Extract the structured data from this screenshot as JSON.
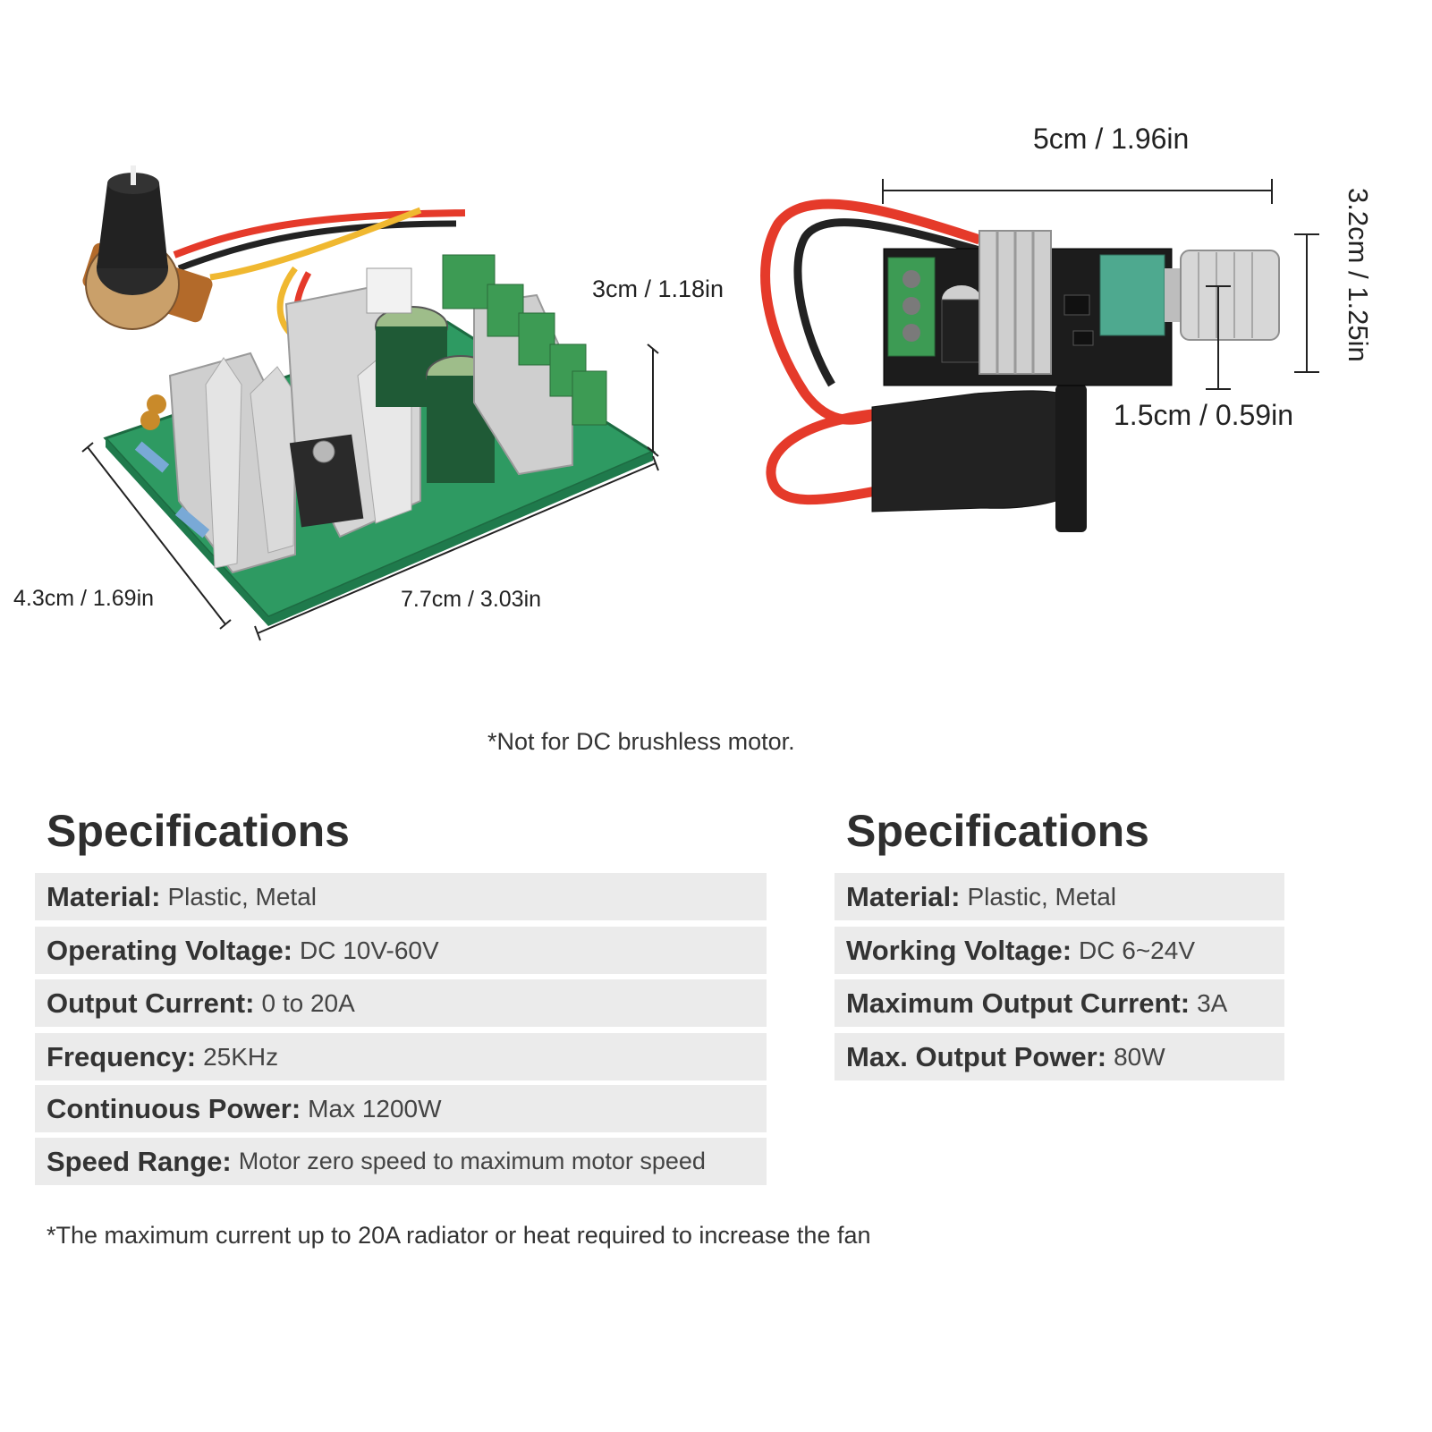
{
  "product_a": {
    "dim_height": "3cm / 1.18in",
    "dim_width": "4.3cm / 1.69in",
    "dim_length": "7.7cm / 3.03in",
    "specs_title": "Specifications",
    "specs": [
      {
        "key": "Material:",
        "value": "Plastic, Metal"
      },
      {
        "key": "Operating Voltage:",
        "value": "DC 10V-60V"
      },
      {
        "key": "Output Current:",
        "value": "0 to 20A"
      },
      {
        "key": "Frequency:",
        "value": "25KHz"
      },
      {
        "key": "Continuous Power:",
        "value": "Max 1200W"
      },
      {
        "key": "Speed Range:",
        "value": "Motor zero speed to maximum motor speed"
      }
    ]
  },
  "product_b": {
    "dim_length": "5cm / 1.96in",
    "dim_height": "3.2cm / 1.25in",
    "dim_knob": "1.5cm / 0.59in",
    "specs_title": "Specifications",
    "specs": [
      {
        "key": "Material:",
        "value": "Plastic, Metal"
      },
      {
        "key": "Working Voltage:",
        "value": "DC 6~24V"
      },
      {
        "key": "Maximum Output Current:",
        "value": "3A"
      },
      {
        "key": "Max. Output Power:",
        "value": "80W"
      }
    ]
  },
  "notes": {
    "brushless": "*Not for DC brushless motor.",
    "heat": "*The maximum current up to 20A radiator or heat required to increase the fan"
  },
  "colors": {
    "pcb_green": "#2e9a62",
    "pcb_black": "#1c1c1c",
    "heatsink": "#c9c9c9",
    "wire_red": "#e53a2a",
    "wire_yellow": "#f0b830",
    "terminal_green": "#3d9b54",
    "row_bg": "#ebebeb"
  }
}
